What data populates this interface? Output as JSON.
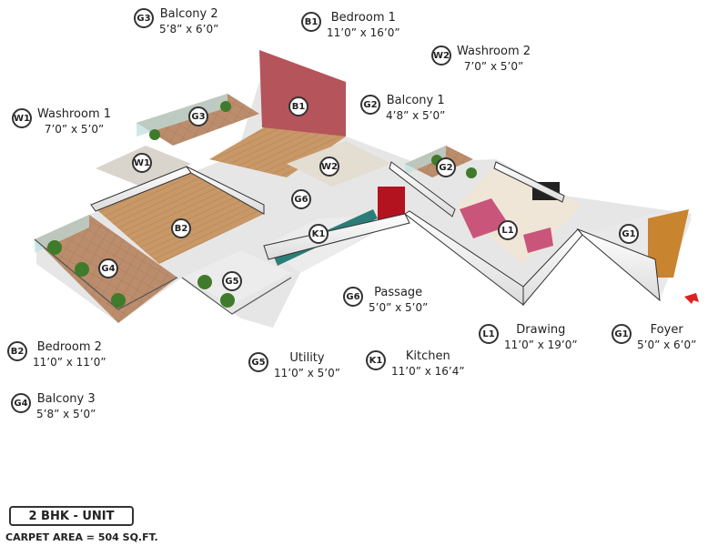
{
  "rooms": {
    "g3": {
      "code": "G3",
      "name": "Balcony 2",
      "dims": "5’8” x 6’0”"
    },
    "b1": {
      "code": "B1",
      "name": "Bedroom 1",
      "dims": "11’0” x 16’0”"
    },
    "w2": {
      "code": "W2",
      "name": "Washroom 2",
      "dims": "7’0” x 5’0”"
    },
    "w1": {
      "code": "W1",
      "name": "Washroom 1",
      "dims": "7’0” x 5’0”"
    },
    "g2": {
      "code": "G2",
      "name": "Balcony 1",
      "dims": "4’8” x 5’0”"
    },
    "g6": {
      "code": "G6",
      "name": "Passage",
      "dims": "5’0” x 5’0”"
    },
    "l1": {
      "code": "L1",
      "name": "Drawing",
      "dims": "11’0” x 19’0”"
    },
    "g1": {
      "code": "G1",
      "name": "Foyer",
      "dims": "5’0” x 6’0”"
    },
    "b2": {
      "code": "B2",
      "name": "Bedroom 2",
      "dims": "11’0” x 11’0”"
    },
    "g5": {
      "code": "G5",
      "name": "Utility",
      "dims": "11’0” x 5’0”"
    },
    "k1": {
      "code": "K1",
      "name": "Kitchen",
      "dims": "11’0” x 16’4”"
    },
    "g4": {
      "code": "G4",
      "name": "Balcony 3",
      "dims": "5’8” x 5’0”"
    }
  },
  "unit": {
    "type": "2 BHK - UNIT",
    "carpet_area": "CARPET AREA = 504 SQ.FT."
  },
  "colors": {
    "floor_wood": "#c79a6a",
    "wall": "#f2f2f2",
    "wall_edge": "#333333",
    "accent_wall": "#b5545a",
    "balcony_tile": "#b98a6a",
    "glass": "#bfe0df",
    "sofa": "#c9567a",
    "door": "#c8842f",
    "fridge": "#b3121f",
    "arrow": "#e02020"
  }
}
